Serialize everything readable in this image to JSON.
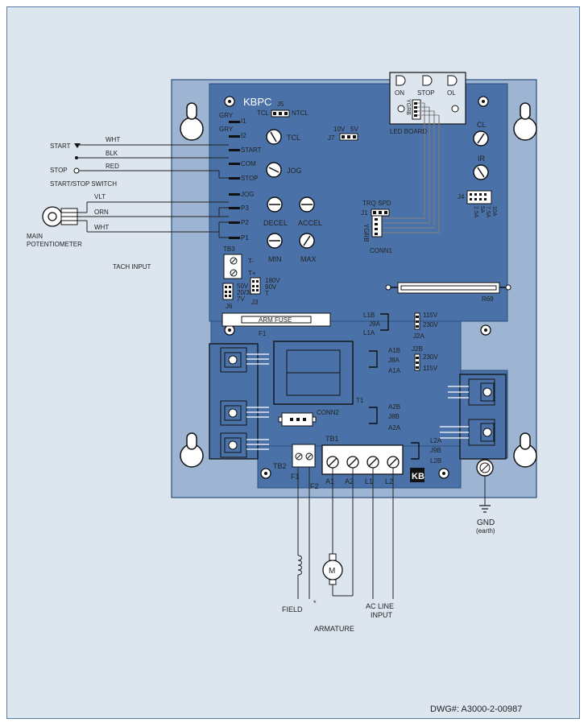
{
  "board": {
    "name": "KBPC",
    "j5": "J5",
    "j5_left": "TCL",
    "j5_right": "NTCL",
    "led_board": "LED BOARD",
    "led_on": "ON",
    "led_stop": "STOP",
    "led_ol": "OL",
    "led_ygrb": "YGRB",
    "terminals": [
      "I1",
      "I2",
      "START",
      "COM",
      "STOP",
      "JOG",
      "P3",
      "P2",
      "P1"
    ],
    "gry1": "GRY",
    "gry2": "GRY",
    "j7": "J7",
    "j7_10v": "10V",
    "j7_5v": "5V",
    "pots": {
      "tcl": "TCL",
      "jog": "JOG",
      "decel": "DECEL",
      "accel": "ACCEL",
      "min": "MIN",
      "max": "MAX",
      "cl": "CL",
      "ir": "IR"
    },
    "tb3": "TB3",
    "tb3_tm": "T-",
    "tb3_tp": "T+",
    "j6": "J6",
    "j6_50v": "50V",
    "j6_2030v": "20/30V",
    "j6_7v": "7V",
    "j3": "J3",
    "j3_180v": "180V",
    "j3_90v": "90V",
    "j3_t": "T",
    "j1": "J1",
    "trq_spd": "TRQ SPD",
    "ygrb": "YGRB",
    "conn1": "CONN1",
    "j4": "J4",
    "j4_vals": [
      "10A",
      "7.5A",
      "5A",
      "2.5A"
    ],
    "r69": "R69",
    "arm_fuse": "ARM FUSE",
    "f1": "F1",
    "l1b": "L1B",
    "j9a": "J9A",
    "l1a": "L1A",
    "j2a": "J2A",
    "j2a_115": "115V",
    "j2a_230": "230V",
    "j2b": "J2B",
    "j2b_230": "230V",
    "j2b_115": "115V",
    "a1b": "A1B",
    "j8a": "J8A",
    "a1a": "A1A",
    "a2b": "A2B",
    "j8b": "J8B",
    "a2a": "A2A",
    "t1": "T1",
    "conn2": "CONN2",
    "l2a": "L2A",
    "j9b": "J9B",
    "l2b": "L2B",
    "tb1": "TB1",
    "tb1_terms": [
      "A1",
      "A2",
      "L1",
      "L2"
    ],
    "tb2": "TB2",
    "tb2_terms": [
      "F1",
      "F2"
    ],
    "kb_logo": "KB"
  },
  "external": {
    "start": "START",
    "stop": "STOP",
    "switch": "START/STOP SWITCH",
    "wht": "WHT",
    "blk": "BLK",
    "red": "RED",
    "vlt": "VLT",
    "orn": "ORN",
    "wht2": "WHT",
    "main_pot1": "MAIN",
    "main_pot2": "POTENTIOMETER",
    "tach": "TACH INPUT",
    "gnd": "GND",
    "earth": "(earth)",
    "field": "FIELD",
    "asterisk": "*",
    "motor": "M",
    "armature": "ARMATURE",
    "ac1": "AC LINE",
    "ac2": "INPUT"
  },
  "drawing_number": "DWG#: A3000-2-00987",
  "colors": {
    "frame_bg": "#dde6ef",
    "board_blue": "#4a72a8",
    "board_light": "#9db4d2"
  }
}
